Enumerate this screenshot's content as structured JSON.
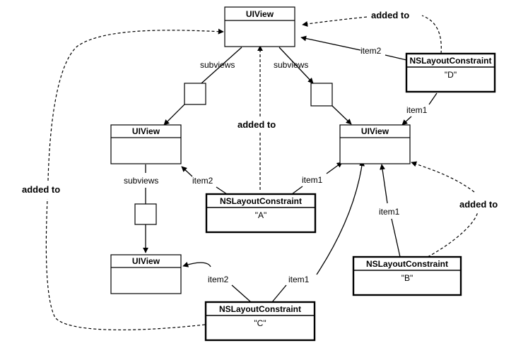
{
  "views": {
    "top": {
      "title": "UIView"
    },
    "left": {
      "title": "UIView"
    },
    "right": {
      "title": "UIView"
    },
    "bottom": {
      "title": "UIView"
    }
  },
  "constraints": {
    "d": {
      "title": "NSLayoutConstraint",
      "name": "\"D\""
    },
    "a": {
      "title": "NSLayoutConstraint",
      "name": "\"A\""
    },
    "b": {
      "title": "NSLayoutConstraint",
      "name": "\"B\""
    },
    "c": {
      "title": "NSLayoutConstraint",
      "name": "\"C\""
    }
  },
  "labels": {
    "subviews_left": "subviews",
    "subviews_right": "subviews",
    "subviews_lower": "subviews",
    "added_to_top": "added to",
    "added_to_center": "added to",
    "added_to_left": "added to",
    "added_to_right": "added to",
    "d_item2": "item2",
    "d_item1": "item1",
    "a_item2": "item2",
    "a_item1": "item1",
    "b_item1": "item1",
    "c_item2": "item2",
    "c_item1": "item1"
  }
}
